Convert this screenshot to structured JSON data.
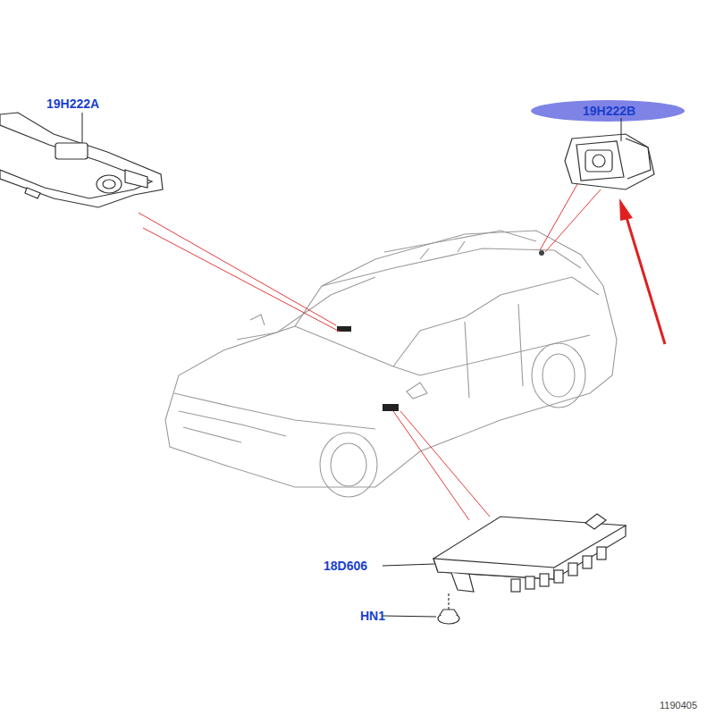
{
  "diagram": {
    "labels": [
      "19H222A",
      "19H222B",
      "18D606",
      "HN1",
      "1190405"
    ]
  }
}
